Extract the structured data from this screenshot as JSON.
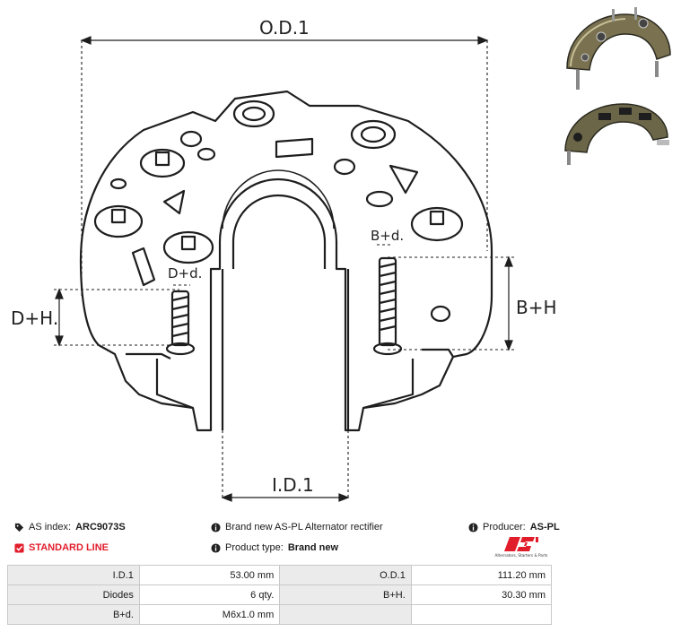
{
  "drawing": {
    "label_od": "O.D.1",
    "label_id": "I.D.1",
    "label_dh": "D+H.",
    "label_bh": "B+H.",
    "label_dd": "D+d.",
    "label_bd": "B+d."
  },
  "info": {
    "as_index_label": "AS index:",
    "as_index_value": "ARC9073S",
    "description": "Brand new AS-PL Alternator rectifier",
    "producer_label": "Producer:",
    "producer_value": "AS-PL",
    "standard_line": "STANDARD LINE",
    "product_type_label": "Product type:",
    "product_type_value": "Brand new"
  },
  "logo": {
    "brand": "AS",
    "tagline": "Alternators, Starters & Parts",
    "color": "#e21d2b"
  },
  "specs": [
    {
      "k1": "I.D.1",
      "v1": "53.00 mm",
      "k2": "O.D.1",
      "v2": "111.20 mm"
    },
    {
      "k1": "Diodes",
      "v1": "6 qty.",
      "k2": "B+H.",
      "v2": "30.30 mm"
    },
    {
      "k1": "B+d.",
      "v1": "M6x1.0 mm",
      "k2": "",
      "v2": ""
    }
  ]
}
